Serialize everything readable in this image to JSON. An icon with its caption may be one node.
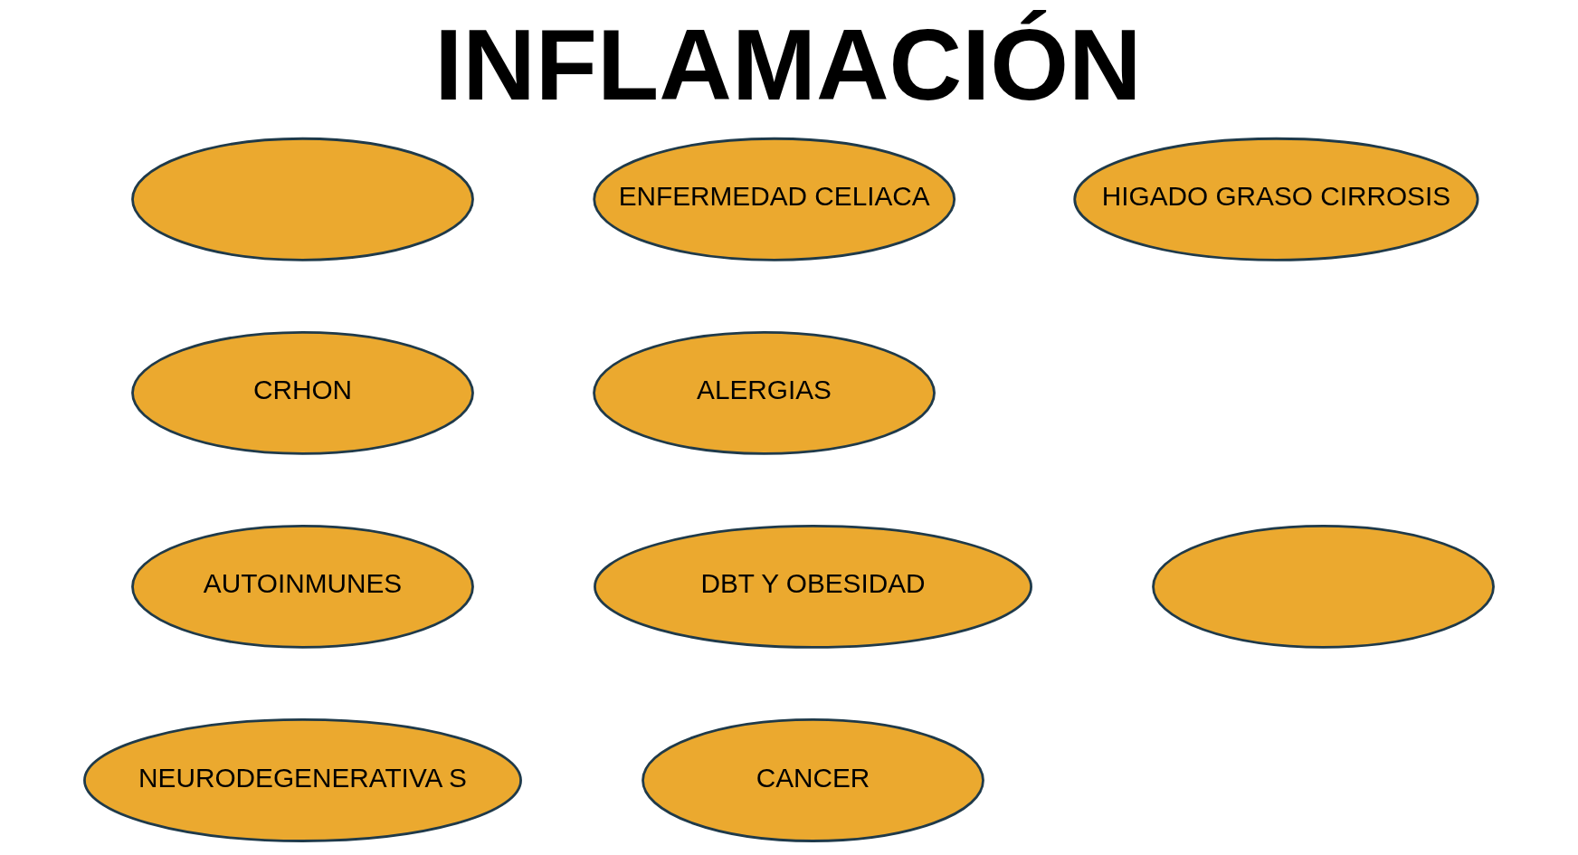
{
  "diagram": {
    "title": "INFLAMACIÓN",
    "nodes": [
      {
        "text": [],
        "shape": "ellipse"
      },
      {
        "text": [
          "ENFERMEDAD CELIACA"
        ]
      },
      {
        "text": [
          "HIGADO GRASO CIRROSIS"
        ]
      },
      {
        "text": [
          "CRHON"
        ]
      },
      {
        "text": [
          "ALERGIAS"
        ]
      },
      {
        "text": [
          "AUTOINMUNES"
        ]
      },
      {
        "text": [
          "DBT Y OBESIDAD"
        ]
      },
      {
        "text": [],
        "shape": "ellipse"
      },
      {
        "text": [
          "NEURODEGENERATIVA S"
        ]
      },
      {
        "text": [
          "CANCER"
        ]
      }
    ],
    "edges": []
  }
}
